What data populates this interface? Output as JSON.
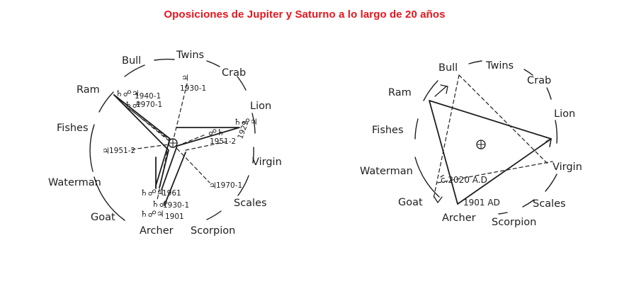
{
  "title": "Oposiciones  de Jupiter y Saturno a lo largo de 20 años",
  "colors": {
    "title": "#e8141c",
    "ink": "#1e1e1e"
  },
  "left_wheel": {
    "signs": [
      "Bull",
      "Twins",
      "Crab",
      "Lion",
      "Virgin",
      "Scales",
      "Scorpion",
      "Archer",
      "Goat",
      "Waterman",
      "Fishes",
      "Ram"
    ],
    "markers": {
      "j1930": "♃",
      "y1930": "1930-1",
      "sj_ram": "♄☍♃",
      "y1940": "1940-1",
      "s_ram": "♄☍",
      "y1970a": "1970-1",
      "sj_lion": "♄☍♃",
      "y1921": "1921",
      "s_lion": "☍♄",
      "y1951b": "1951-2",
      "j1951": "♃",
      "y1951a": "1951-2",
      "j1970": "♃",
      "y1970b": "1970-1",
      "sj_1961": "♄☍♃",
      "y1961": "1961",
      "s_1930": "♄☍",
      "y1930b": "1930-1",
      "sj_1901": "♄☍♃",
      "y1901": "1901"
    }
  },
  "right_wheel": {
    "signs": [
      "Bull",
      "Twins",
      "Crab",
      "Lion",
      "Virgin",
      "Scales",
      "Scorpion",
      "Archer",
      "Goat",
      "Waterman",
      "Fishes",
      "Ram"
    ],
    "labels": {
      "c2020": "c.2020 A.D.",
      "ad1901": "1901 AD"
    }
  }
}
